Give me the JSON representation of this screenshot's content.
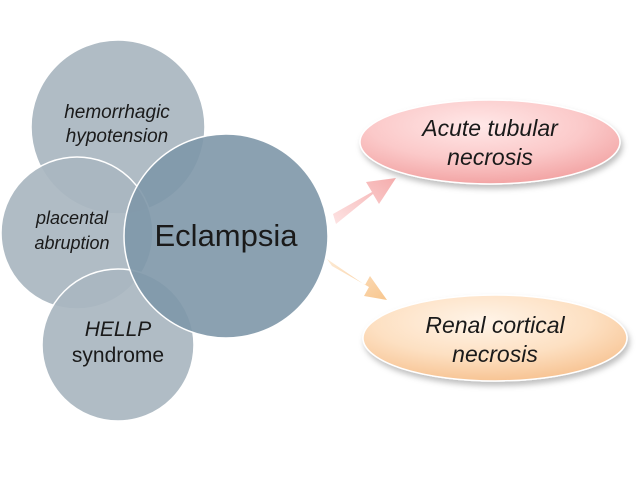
{
  "diagram": {
    "center": {
      "label": "Eclampsia",
      "fill": "#7e97a8"
    },
    "causes": [
      {
        "lines": [
          "hemorrhagic",
          "hypotension"
        ],
        "italic": true,
        "fill": "#a9b6c0"
      },
      {
        "lines": [
          "placental",
          "abruption"
        ],
        "italic": true,
        "fill": "#a9b6c0"
      },
      {
        "lines": [
          "HELLP",
          "syndrome"
        ],
        "italic_lines": [
          true,
          false
        ],
        "fill": "#a9b6c0"
      }
    ],
    "outcomes": [
      {
        "lines": [
          "Acute tubular",
          "necrosis"
        ],
        "italic": true,
        "fill": "#f4a5a5"
      },
      {
        "lines": [
          "Renal cortical",
          "necrosis"
        ],
        "italic": true,
        "fill": "#f8c391"
      }
    ],
    "colors": {
      "arrow_up": "#f6b8b8",
      "arrow_down": "#f9cfa3",
      "text": "#1a1a1a"
    }
  }
}
